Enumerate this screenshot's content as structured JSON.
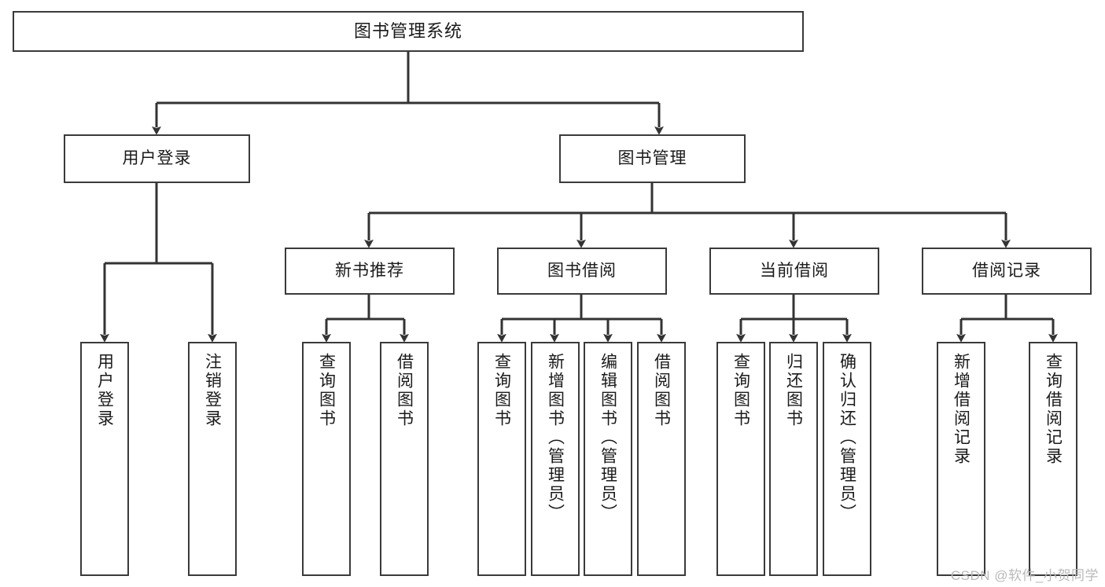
{
  "diagram": {
    "title": "图书管理系统",
    "type": "tree-hierarchy-chart",
    "orientation": "top-down",
    "levels": 4,
    "colors": {
      "box_border": "#3a3a3a",
      "box_fill": "#ffffff",
      "connector": "#333333",
      "text": "#1a1a1a",
      "watermark": "#b9b9b9",
      "background": "#ffffff"
    },
    "nodes": {
      "root": {
        "label": "图书管理系统"
      },
      "level2": [
        {
          "id": "user-login",
          "label": "用户登录"
        },
        {
          "id": "book-management",
          "label": "图书管理"
        }
      ],
      "level3": [
        {
          "id": "new-book-recommend",
          "label": "新书推荐",
          "parent": "book-management"
        },
        {
          "id": "book-borrow",
          "label": "图书借阅",
          "parent": "book-management"
        },
        {
          "id": "current-borrow",
          "label": "当前借阅",
          "parent": "book-management"
        },
        {
          "id": "borrow-record",
          "label": "借阅记录",
          "parent": "book-management"
        }
      ],
      "leaves": [
        {
          "id": "leaf-user-login",
          "label": "用户登录",
          "parent": "user-login"
        },
        {
          "id": "leaf-logout-login",
          "label": "注销登录",
          "parent": "user-login"
        },
        {
          "id": "leaf-query-book-1",
          "label": "查询图书",
          "parent": "new-book-recommend"
        },
        {
          "id": "leaf-borrow-book-1",
          "label": "借阅图书",
          "parent": "new-book-recommend"
        },
        {
          "id": "leaf-query-book-2",
          "label": "查询图书",
          "parent": "book-borrow"
        },
        {
          "id": "leaf-add-book",
          "label": "新增图书（管理员）",
          "parent": "book-borrow"
        },
        {
          "id": "leaf-edit-book",
          "label": "编辑图书（管理员）",
          "parent": "book-borrow"
        },
        {
          "id": "leaf-borrow-book-2",
          "label": "借阅图书",
          "parent": "book-borrow"
        },
        {
          "id": "leaf-query-book-3",
          "label": "查询图书",
          "parent": "current-borrow"
        },
        {
          "id": "leaf-return-book",
          "label": "归还图书",
          "parent": "current-borrow"
        },
        {
          "id": "leaf-confirm-return",
          "label": "确认归还（管理员）",
          "parent": "current-borrow"
        },
        {
          "id": "leaf-add-record",
          "label": "新增借阅记录",
          "parent": "borrow-record"
        },
        {
          "id": "leaf-query-record",
          "label": "查询借阅记录",
          "parent": "borrow-record"
        }
      ]
    }
  },
  "watermark": {
    "text": "CSDN @软件_小贺同学"
  }
}
